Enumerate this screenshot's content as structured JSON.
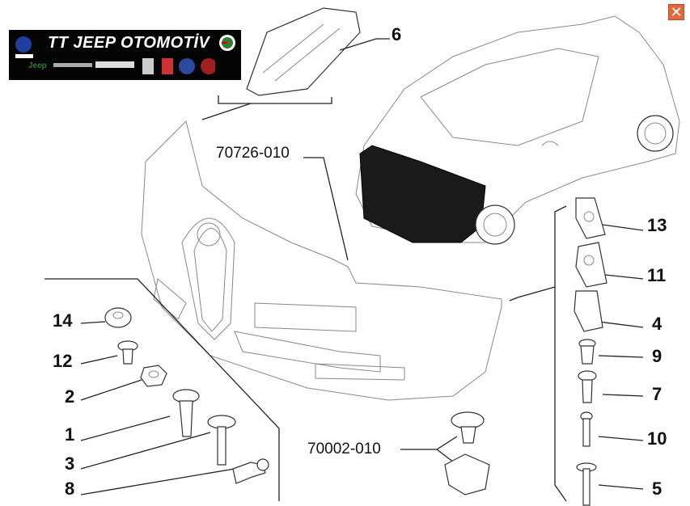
{
  "logo": {
    "text": "TT JEEP OTOMOTİV",
    "brands": [
      "Mopar",
      "Jeep",
      "Chrysler",
      "Dodge",
      "Ram",
      "Maserati",
      "Lancia",
      "Fiat",
      "Alfa Romeo"
    ]
  },
  "close_icon": "close-icon",
  "close_glyph": "✕",
  "colors": {
    "close_bg": "#e06a3c",
    "logo_bg": "#050505"
  },
  "callouts": {
    "c6": "6",
    "c70726": "70726-010",
    "c13": "13",
    "c11": "11",
    "c4": "4",
    "c9": "9",
    "c7": "7",
    "c10": "10",
    "c5": "5",
    "c14": "14",
    "c12": "12",
    "c2": "2",
    "c1": "1",
    "c3": "3",
    "c8": "8",
    "c70002": "70002-010"
  }
}
